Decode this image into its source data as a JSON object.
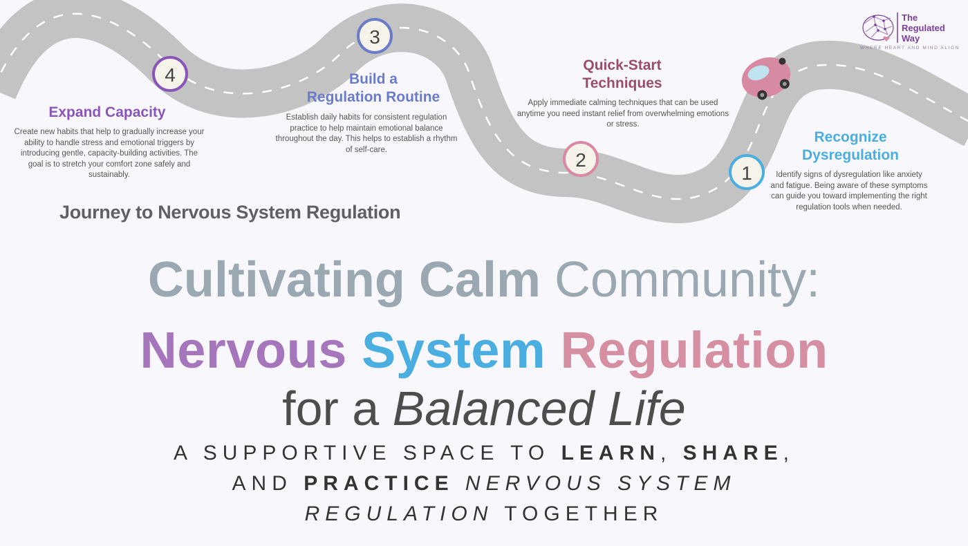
{
  "brand": {
    "name_line1": "The",
    "name_line2": "Regulated",
    "name_line3": "Way",
    "tagline": "WHERE HEART AND MIND ALIGN",
    "color": "#7a3d9c"
  },
  "journey_title": "Journey to Nervous System Regulation",
  "steps": [
    {
      "number": "1",
      "title_line1": "Recognize",
      "title_line2": "Dysregulation",
      "description": "Identify signs of dysregulation like anxiety and fatigue. Being aware of these symptoms can guide you toward implementing the right regulation tools when needed.",
      "color": "#4aaee0"
    },
    {
      "number": "2",
      "title_line1": "Quick-Start",
      "title_line2": "Techniques",
      "description": "Apply immediate calming techniques that can be used anytime you need instant relief from overwhelming emotions or stress.",
      "color": "#d88aa2"
    },
    {
      "number": "3",
      "title_line1": "Build a",
      "title_line2": "Regulation Routine",
      "description": "Establish daily habits for consistent regulation practice to help maintain emotional balance throughout the day.  This helps to establish a rhythm of self-care.",
      "color": "#6a7cc8"
    },
    {
      "number": "4",
      "title_line1": "Expand Capacity",
      "title_line2": "",
      "description": "Create new habits that help to gradually increase your ability to handle stress and emotional triggers by introducing gentle, capacity-building activities. The goal is to stretch your comfort zone safely and sustainably.",
      "color": "#8a55b8"
    }
  ],
  "headline": {
    "line1_bold": "Cultivating Calm",
    "line1_regular": "Community:",
    "line2_word1": "Nervous",
    "line2_word2": "System",
    "line2_word3": "Regulation",
    "line3_regular": "for a",
    "line3_italic": "Balanced Life",
    "colors": {
      "word1": "#a676bd",
      "word2": "#4aaee0",
      "word3": "#d68ea3"
    }
  },
  "subheadline": {
    "part1": "A SUPPORTIVE SPACE TO",
    "bold1": "LEARN",
    "sep1": ",",
    "bold2": "SHARE",
    "sep2": ",",
    "part2": "AND",
    "bold3": "PRACTICE",
    "italic1": "NERVOUS SYSTEM",
    "italic2": "REGULATION",
    "part3": "TOGETHER"
  },
  "icons": [
    "brain-heart-logo-icon",
    "car-icon"
  ],
  "road_color": "#c3c3c3"
}
